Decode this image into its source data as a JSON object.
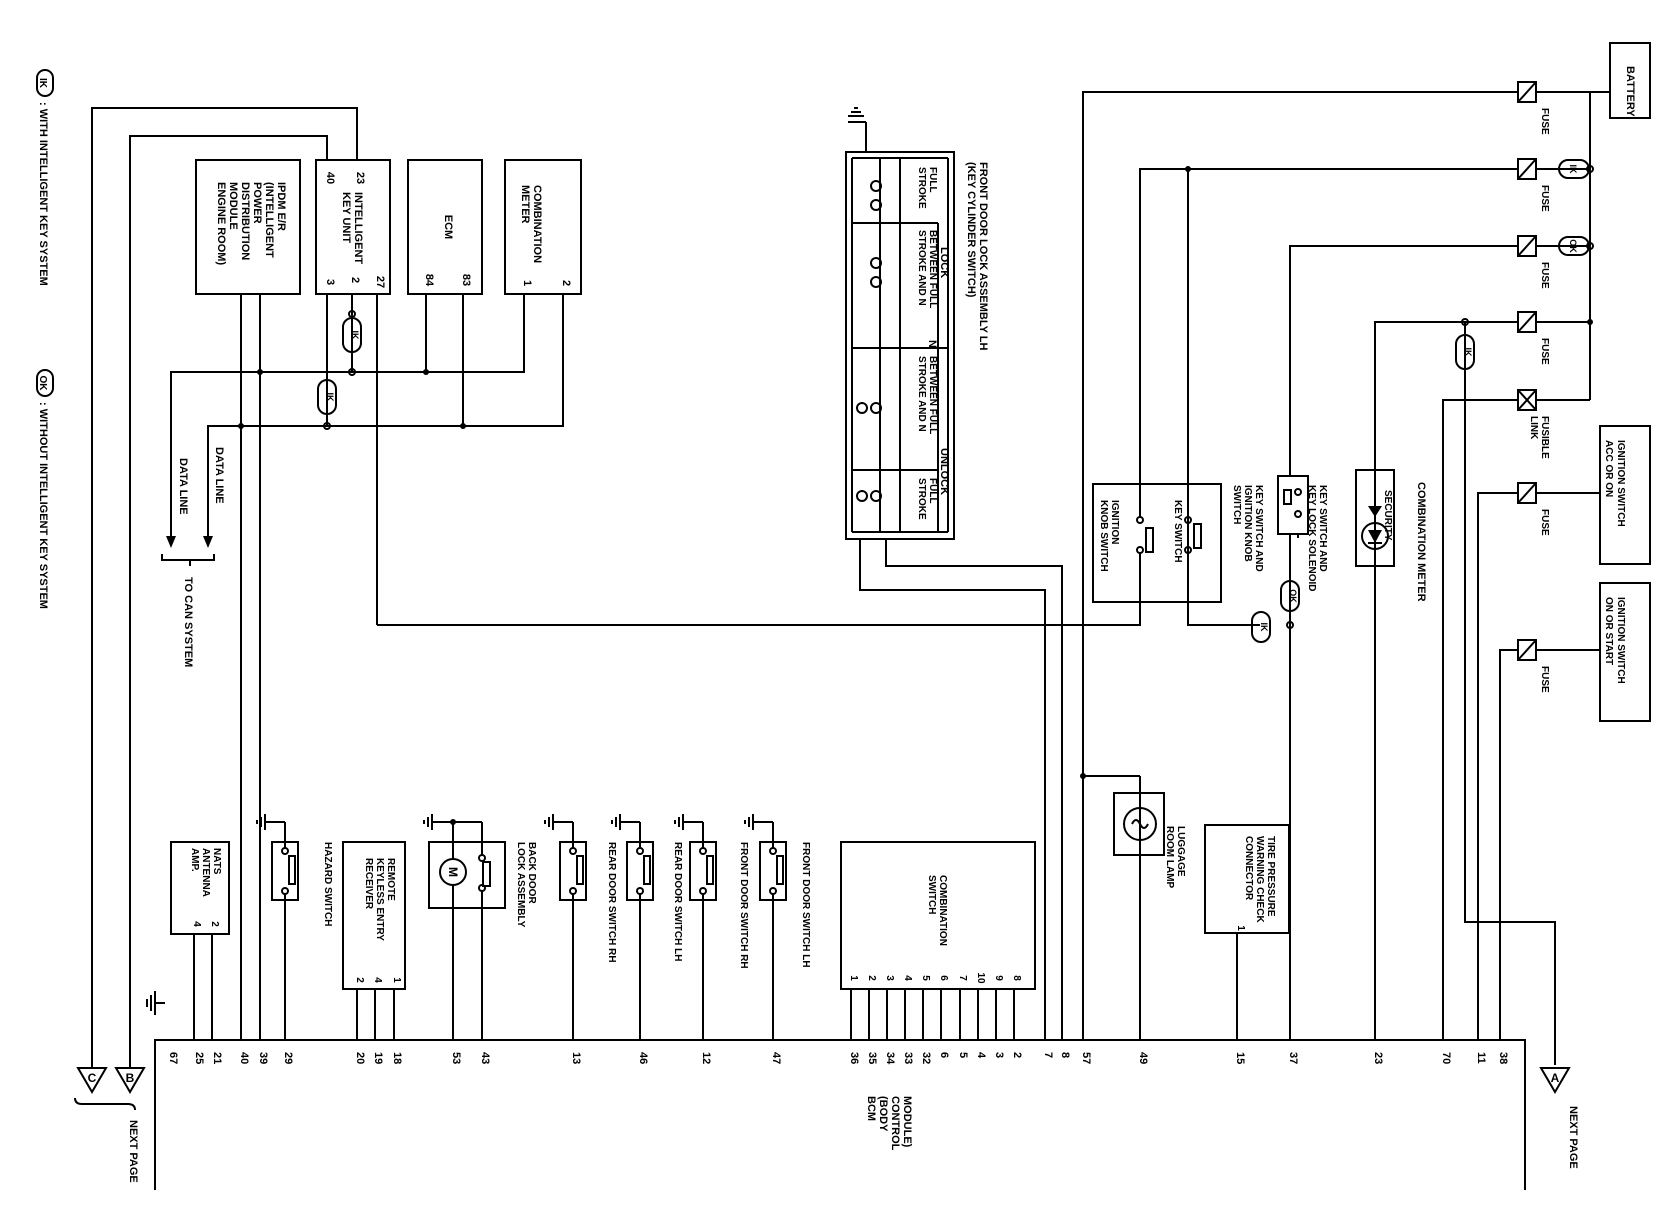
{
  "legend": {
    "ik_symbol": "IK",
    "ik_text": ": WITH INTELLIGENT KEY SYSTEM",
    "ok_symbol": "OK",
    "ok_text": ": WITHOUT INTELLIGENT KEY SYSTEM"
  },
  "next_page": "NEXT PAGE",
  "connectors": {
    "a": "A",
    "b": "B",
    "c": "C"
  },
  "to_can": "TO CAN SYSTEM",
  "data_line": "DATA LINE",
  "ipdm": [
    "IPDM E/R",
    "(INTELLIGENT",
    "POWER",
    "DISTRIBUTION",
    "MODULE",
    "ENGINE ROOM)"
  ],
  "ikey": {
    "lines": [
      "INTELLIGENT",
      "KEY UNIT"
    ],
    "pins": [
      "23",
      "2",
      "40",
      "3",
      "27"
    ]
  },
  "ecm": {
    "label": "ECM",
    "pins": [
      "84",
      "83"
    ]
  },
  "combo_meter": {
    "lines": [
      "COMBINATION",
      "METER"
    ],
    "pins": [
      "2",
      "1"
    ]
  },
  "door_lock": {
    "lines": [
      "FRONT DOOR LOCK ASSEMBLY LH",
      "(KEY CYLINDER SWITCH)"
    ],
    "lock": "LOCK",
    "unlock": "UNLOCK",
    "n": "N",
    "full_stroke": [
      "FULL",
      "STROKE"
    ],
    "between": [
      "BETWEEN FULL",
      "STROKE AND N"
    ]
  },
  "battery": "BATTERY",
  "fuse": "FUSE",
  "fusible_link": [
    "FUSIBLE",
    "LINK"
  ],
  "ign_acc": [
    "IGNITION SWITCH",
    "ACC OR ON"
  ],
  "ign_on": [
    "IGNITION SWITCH",
    "ON OR START"
  ],
  "combo_meter_sec": "COMBINATION METER",
  "security": "SECURITY",
  "key_switch_sol": [
    "KEY SWITCH AND",
    "KEY LOCK SOLENOID"
  ],
  "key_switch_ign": [
    "KEY SWITCH AND",
    "IGNITION KNOB",
    "SWITCH"
  ],
  "key_switch": "KEY SWITCH",
  "ign_knob": [
    "IGNITION",
    "KNOB SWITCH"
  ],
  "tire": {
    "lines": [
      "TIRE PRESSURE",
      "WARNING CHECK",
      "CONNECTOR"
    ],
    "pin": "1"
  },
  "luggage": [
    "LUGGAGE",
    "ROOM LAMP"
  ],
  "combo_switch": {
    "lines": [
      "COMBINATION",
      "SWITCH"
    ],
    "pins": [
      "1",
      "2",
      "3",
      "4",
      "5",
      "6",
      "7",
      "10",
      "9",
      "8"
    ]
  },
  "door_switches": {
    "front_lh": "FRONT DOOR SWITCH LH",
    "front_rh": "FRONT DOOR SWITCH RH",
    "rear_lh": "REAR DOOR SWITCH LH",
    "rear_rh": "REAR DOOR SWITCH RH"
  },
  "back_door": [
    "BACK DOOR",
    "LOCK ASSEMBLY"
  ],
  "motor": "M",
  "remote": {
    "lines": [
      "REMOTE",
      "KEYLESS ENTRY",
      "RECEIVER"
    ],
    "pins": [
      "1",
      "4",
      "2"
    ]
  },
  "hazard": "HAZARD SWITCH",
  "nats": {
    "lines": [
      "NATS",
      "ANTENNA",
      "AMP."
    ],
    "pins": [
      "2",
      "4"
    ]
  },
  "bcm": {
    "lines": [
      "BCM",
      "(BODY",
      "CONTROL",
      "MODULE)"
    ]
  },
  "bcm_pins": [
    "67",
    "25",
    "21",
    "40",
    "39",
    "29",
    "20",
    "19",
    "18",
    "53",
    "43",
    "13",
    "46",
    "12",
    "47",
    "36",
    "35",
    "34",
    "33",
    "32",
    "6",
    "5",
    "4",
    "3",
    "2",
    "7",
    "8",
    "57",
    "49",
    "15",
    "37",
    "23",
    "70",
    "11",
    "38"
  ]
}
